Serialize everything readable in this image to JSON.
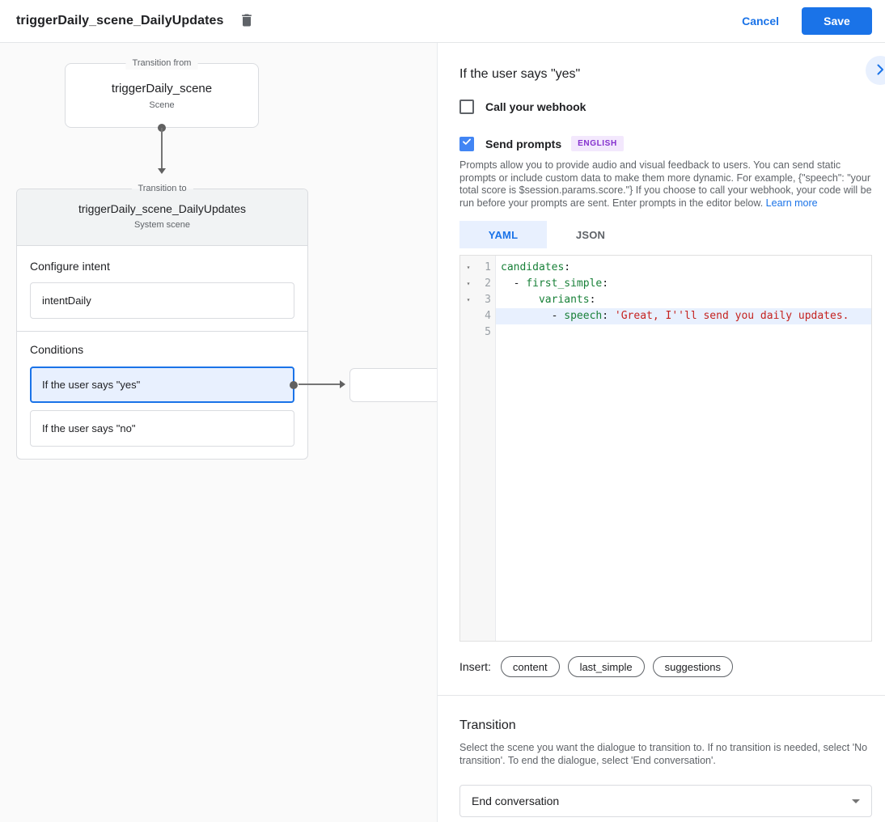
{
  "topbar": {
    "title": "triggerDaily_scene_DailyUpdates",
    "cancel_label": "Cancel",
    "save_label": "Save"
  },
  "canvas": {
    "from_box": {
      "legend": "Transition from",
      "title": "triggerDaily_scene",
      "subtitle": "Scene"
    },
    "to_box": {
      "legend": "Transition to",
      "title": "triggerDaily_scene_DailyUpdates",
      "subtitle": "System scene",
      "intent_label": "Configure intent",
      "intent_value": "intentDaily",
      "conditions_label": "Conditions",
      "conditions": [
        {
          "label": "If the user says \"yes\"",
          "selected": true
        },
        {
          "label": "If the user says \"no\"",
          "selected": false
        }
      ]
    }
  },
  "panel": {
    "title": "If the user says \"yes\"",
    "webhook": {
      "label": "Call your webhook",
      "checked": false
    },
    "prompts": {
      "label": "Send prompts",
      "checked": true,
      "language_badge": "ENGLISH"
    },
    "description": "Prompts allow you to provide audio and visual feedback to users. You can send static prompts or include custom data to make them more dynamic. For example, {\"speech\": \"your total score is $session.params.score.\"} If you choose to call your webhook, your code will be run before your prompts are sent. Enter prompts in the editor below. ",
    "learn_more_label": "Learn more",
    "tabs": [
      {
        "label": "YAML",
        "active": true
      },
      {
        "label": "JSON",
        "active": false
      }
    ],
    "editor": {
      "highlighted_line": 4,
      "lines": [
        {
          "num": "1",
          "fold": "▾",
          "tokens": [
            {
              "t": "candidates",
              "c": "key"
            },
            {
              "t": ":",
              "c": "plain"
            }
          ]
        },
        {
          "num": "2",
          "fold": "▾",
          "tokens": [
            {
              "t": "  - ",
              "c": "plain"
            },
            {
              "t": "first_simple",
              "c": "key"
            },
            {
              "t": ":",
              "c": "plain"
            }
          ]
        },
        {
          "num": "3",
          "fold": "▾",
          "tokens": [
            {
              "t": "      ",
              "c": "plain"
            },
            {
              "t": "variants",
              "c": "key"
            },
            {
              "t": ":",
              "c": "plain"
            }
          ]
        },
        {
          "num": "4",
          "fold": "",
          "tokens": [
            {
              "t": "        - ",
              "c": "plain"
            },
            {
              "t": "speech",
              "c": "key"
            },
            {
              "t": ": ",
              "c": "plain"
            },
            {
              "t": "'Great, I''ll send you daily updates.",
              "c": "string"
            }
          ]
        },
        {
          "num": "5",
          "fold": "",
          "tokens": []
        }
      ]
    },
    "insert_label": "Insert:",
    "chips": [
      "content",
      "last_simple",
      "suggestions"
    ],
    "transition": {
      "title": "Transition",
      "description": "Select the scene you want the dialogue to transition to. If no transition is needed, select 'No transition'. To end the dialogue, select 'End conversation'.",
      "select_value": "End conversation"
    }
  },
  "colors": {
    "accent_blue": "#1a73e8",
    "checkbox_blue": "#4285f4",
    "selected_bg": "#e8f0fe",
    "code_key_green": "#188038",
    "code_string_red": "#c5221f",
    "badge_purple": "#8430ce",
    "badge_bg": "#f3e8fd"
  }
}
